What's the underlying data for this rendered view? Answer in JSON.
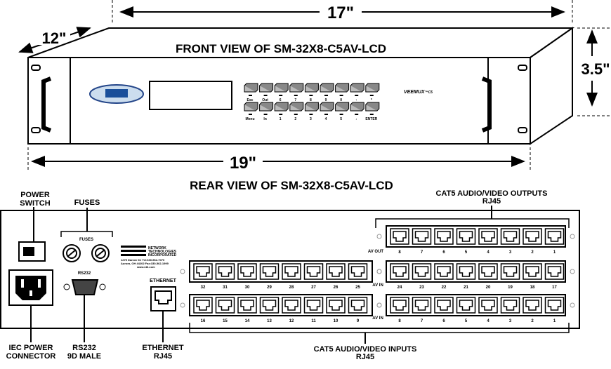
{
  "dimensions": {
    "width": "17\"",
    "depth": "12\"",
    "height": "3.5\"",
    "rack_width": "19\""
  },
  "front": {
    "title": "FRONT VIEW OF SM-32X8-C5AV-LCD",
    "brand": "VEEMUX",
    "brand_suffix": "™C5",
    "keys_top": [
      "Esc",
      "Out",
      "6",
      "7",
      "8",
      "9",
      "0",
      "↑",
      "*"
    ],
    "keys_bottom": [
      "Menu",
      "In",
      "1",
      "2",
      "3",
      "4",
      "5",
      "↓",
      "ENTER"
    ]
  },
  "rear": {
    "title": "REAR VIEW OF SM-32X8-C5AV-LCD",
    "power_switch": [
      "POWER",
      "SWITCH"
    ],
    "fuses_label": "FUSES",
    "fuses_panel_label": "FUSES",
    "rs232_panel_label": "RS232",
    "ethernet_panel_label": "ETHERNET",
    "company": [
      "NETWORK",
      "TECHNOLOGIES",
      "INCORPORATED"
    ],
    "address": [
      "1275 Danner Dr  Tel:330-562-7070",
      "Aurora, OH 44202 Fax:330-562-1999",
      "www.ntil.com"
    ],
    "outputs_label": [
      "CAT5 AUDIO/VIDEO OUTPUTS",
      "RJ45"
    ],
    "inputs_label": [
      "CAT5 AUDIO/VIDEO INPUTS",
      "RJ45"
    ],
    "iec_label": [
      "IEC POWER",
      "CONNECTOR"
    ],
    "rs232_label": [
      "RS232",
      "9D MALE"
    ],
    "ethernet_label": [
      "ETHERNET",
      "RJ45"
    ],
    "av_out": "AV OUT",
    "av_in": "AV IN",
    "rows": {
      "left_top": [
        "32",
        "31",
        "30",
        "29",
        "28",
        "27",
        "26",
        "25"
      ],
      "left_bottom": [
        "16",
        "15",
        "14",
        "13",
        "12",
        "11",
        "10",
        "9"
      ],
      "right_top": [
        "8",
        "7",
        "6",
        "5",
        "4",
        "3",
        "2",
        "1"
      ],
      "right_mid": [
        "24",
        "23",
        "22",
        "21",
        "20",
        "19",
        "18",
        "17"
      ],
      "right_bottom": [
        "8",
        "7",
        "6",
        "5",
        "4",
        "3",
        "2",
        "1"
      ]
    }
  }
}
